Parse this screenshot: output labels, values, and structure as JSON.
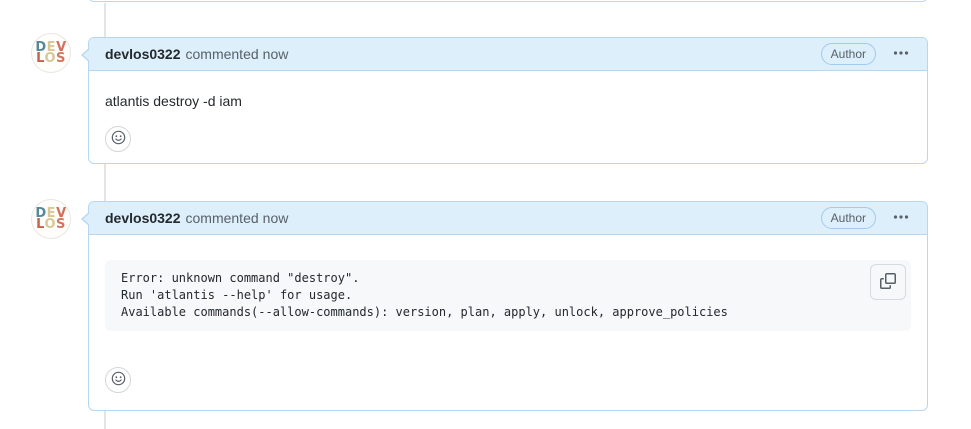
{
  "colors": {
    "page_bg": "#ffffff",
    "header_bg": "#ddeffb",
    "box_border": "#b7d7f0",
    "badge_border": "#a5c9ea",
    "text_primary": "#24292e",
    "text_muted": "#586069",
    "code_bg": "#f6f8fa",
    "timeline": "#e1e4e8"
  },
  "icons": {
    "kebab": "kebab-horizontal-icon",
    "smiley": "smiley-icon",
    "copy": "copy-icon"
  },
  "comments": [
    {
      "author": "devlos0322",
      "action": "commented",
      "time": "now",
      "badge": "Author",
      "body_text": "atlantis destroy -d iam",
      "avatar": {
        "letters": [
          "D",
          "E",
          "V",
          "L",
          "O",
          "S"
        ],
        "letter_colors": [
          "#55889b",
          "#d9c795",
          "#d3705b",
          "#c5624e",
          "#d9c795",
          "#d37661"
        ]
      }
    },
    {
      "author": "devlos0322",
      "action": "commented",
      "time": "now",
      "badge": "Author",
      "code_lines": [
        "Error: unknown command \"destroy\".",
        "Run 'atlantis --help' for usage.",
        "Available commands(--allow-commands): version, plan, apply, unlock, approve_policies"
      ],
      "avatar": {
        "letters": [
          "D",
          "E",
          "V",
          "L",
          "O",
          "S"
        ],
        "letter_colors": [
          "#55889b",
          "#d9c795",
          "#d3705b",
          "#c5624e",
          "#d9c795",
          "#d37661"
        ]
      }
    }
  ]
}
